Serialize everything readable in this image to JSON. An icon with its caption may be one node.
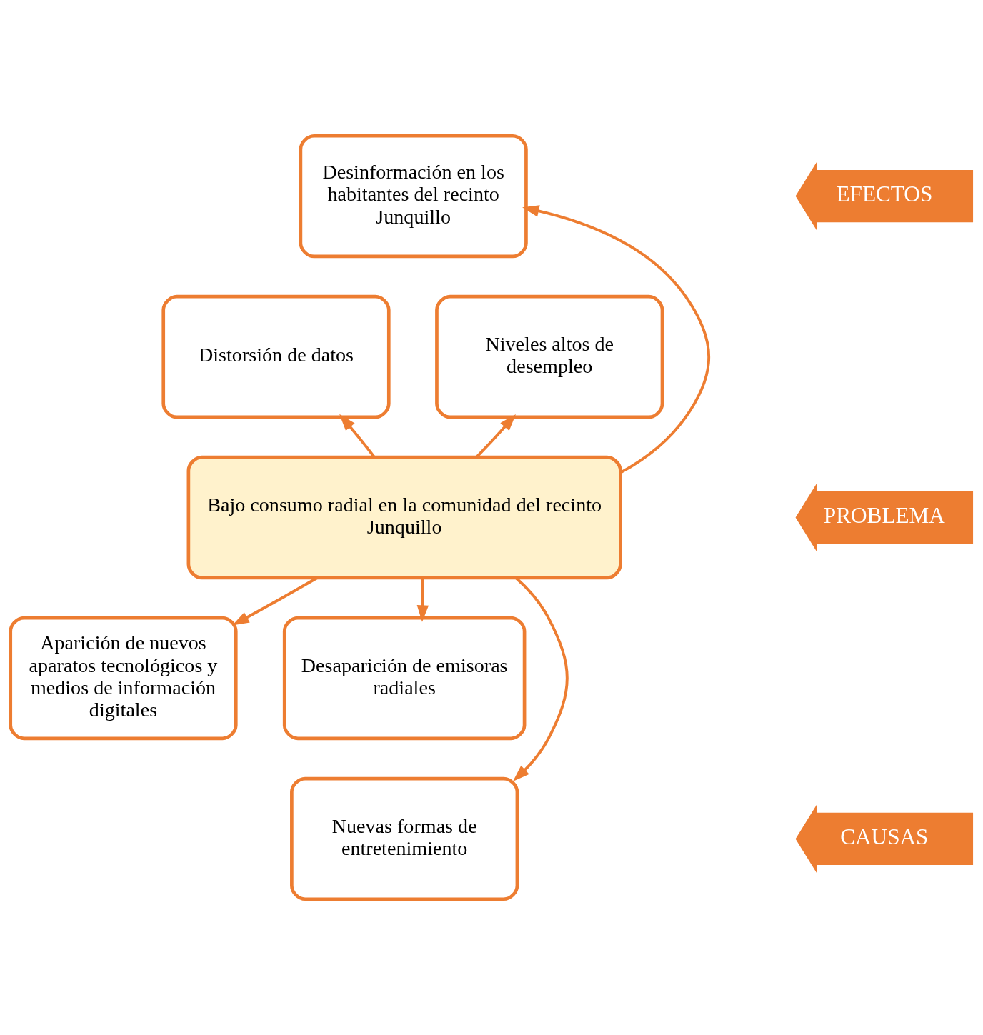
{
  "diagram": {
    "nodes": [
      {
        "text": [
          "Desinformación en los habitantes del recinto Junquillo"
        ]
      },
      {
        "text": [
          "Distorsión de datos"
        ]
      },
      {
        "text": [
          "Niveles altos de desempleo"
        ]
      },
      {
        "text": [
          "Bajo consumo radial en la comunidad del recinto Junquillo"
        ]
      },
      {
        "text": [
          "Aparición de nuevos aparatos tecnológicos y medios de información digitales"
        ]
      },
      {
        "text": [
          "Desaparición de emisoras radiales"
        ]
      },
      {
        "text": [
          "Nuevas formas de entretenimiento"
        ]
      },
      {
        "text": [
          "EFECTOS"
        ]
      },
      {
        "text": [
          "PROBLEMA"
        ]
      },
      {
        "text": [
          "CAUSAS"
        ]
      }
    ],
    "edges": [
      {
        "from": 3,
        "to": 1,
        "arrow": "to"
      },
      {
        "from": 3,
        "to": 0,
        "arrow": "to"
      },
      {
        "from": 3,
        "to": 2,
        "arrow": "to"
      },
      {
        "from": 3,
        "to": 4,
        "arrow": "to"
      },
      {
        "from": 3,
        "to": 6,
        "arrow": "to"
      },
      {
        "from": 3,
        "to": 5,
        "arrow": "to"
      }
    ]
  }
}
